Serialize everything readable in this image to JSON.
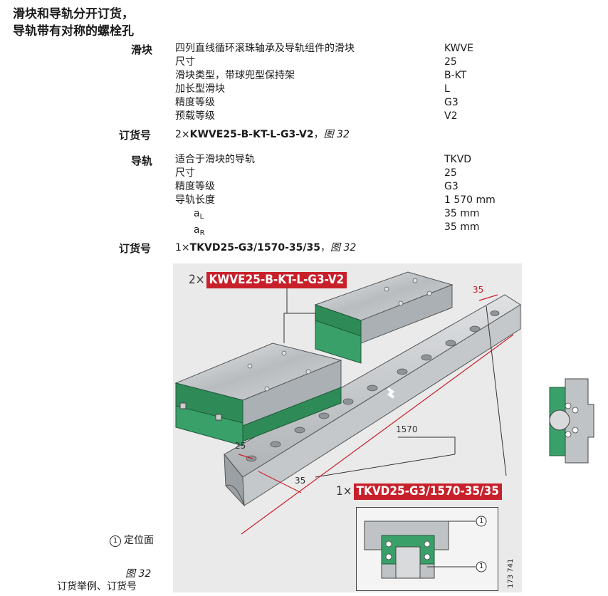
{
  "heading": {
    "line1": "滑块和导轨分开订货，",
    "line2": "导轨带有对称的螺栓孔"
  },
  "carriage": {
    "label": "滑块",
    "rows": [
      {
        "text": "四列直线循环滚珠轴承及导轨组件的滑块",
        "value": "KWVE"
      },
      {
        "text": "尺寸",
        "value": "25"
      },
      {
        "text": "滑块类型，带球兜型保持架",
        "value": "B-KT"
      },
      {
        "text": "加长型滑块",
        "value": "L"
      },
      {
        "text": "精度等级",
        "value": "G3"
      },
      {
        "text": "预载等级",
        "value": "V2"
      }
    ]
  },
  "order1": {
    "label": "订货号",
    "qty": "2×",
    "code": "KWVE25-B-KT-L-G3-V2",
    "sep": "，",
    "ref": "图 32"
  },
  "rail": {
    "label": "导轨",
    "rows": [
      {
        "text": "适合于滑块的导轨",
        "value": "TKVD"
      },
      {
        "text": "尺寸",
        "value": "25"
      },
      {
        "text": "精度等级",
        "value": "G3"
      },
      {
        "text": "导轨长度",
        "value": "1 570 mm"
      }
    ],
    "aL": {
      "main": "a",
      "sub": "L",
      "value": "35 mm"
    },
    "aR": {
      "main": "a",
      "sub": "R",
      "value": "35 mm"
    }
  },
  "order2": {
    "label": "订货号",
    "qty": "1×",
    "code": "TKVD25-G3/1570-35/35",
    "sep": "，",
    "ref": "图 32"
  },
  "figure": {
    "carriage_label_qty": "2×",
    "carriage_label_code": "KWVE25-B-KT-L-G3-V2",
    "rail_label_qty": "1×",
    "rail_label_code": "TKVD25-G3/1570-35/35",
    "dim_35_top": "35",
    "dim_1570": "1570",
    "dim_25": "25",
    "dim_35_bottom": "35",
    "callout": "1",
    "drawing_number": "173 741"
  },
  "legend": {
    "num": "1",
    "text": "定位面"
  },
  "caption": {
    "fig": "图 32",
    "text": "订货举例、订货号"
  },
  "colors": {
    "red": "#c8202a",
    "green": "#2e8b57",
    "steel": "#c9ccce",
    "figure_bg": "#eaeaea"
  }
}
